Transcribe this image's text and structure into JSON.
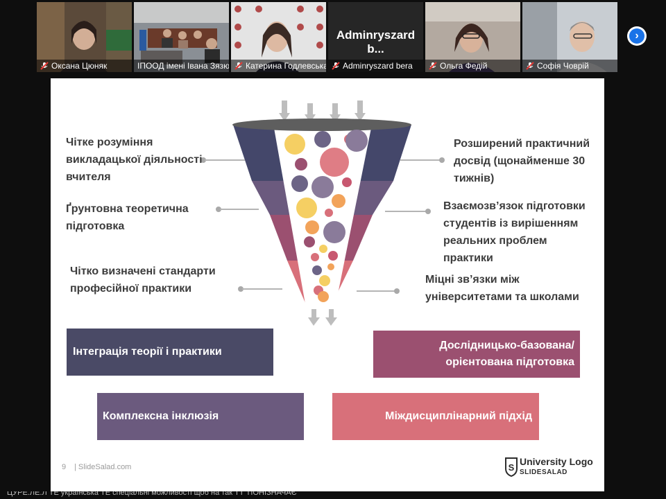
{
  "participants": [
    {
      "name": "Оксана Цюняк",
      "skin": "#d2ae96",
      "bg": "#5b4a3a"
    },
    {
      "name": "ІПООД імені Івана Зязю...",
      "skin": "#c9a58c",
      "bg": "#8a8f95"
    },
    {
      "name": "Катерина Годлевська",
      "skin": "#ddb9a2",
      "bg": "#d9d9d9"
    },
    {
      "name": "Adminryszard bera",
      "skin": "",
      "bg": "#262626",
      "big_label": "Adminryszard  b..."
    },
    {
      "name": "Ольга Федій",
      "skin": "#d8b29a",
      "bg": "#b3a9a0"
    },
    {
      "name": "Софія Човрій",
      "skin": "#e0bfa8",
      "bg": "#c8cdd2"
    }
  ],
  "slide": {
    "left_items": [
      "Чітке розуміння викладацької діяльності вчителя",
      "Ґрунтовна теоретична підготовка",
      "Чітко визначені стандарти професійної практики"
    ],
    "right_items": [
      "Розширений практичний досвід (щонайменше 30 тижнів)",
      "Взаємозв’язок підготовки студентів із вирішенням реальних проблем практики",
      "Міцні зв’язки між університетами та школами"
    ],
    "boxes": [
      {
        "label": "Інтеграція теорії і практики",
        "color": "#4a4a66"
      },
      {
        "label": "Дослідницько-базована/орієнтована підготовка",
        "color": "#9b5070"
      },
      {
        "label": "Комплексна інклюзія",
        "color": "#6b5a7e"
      },
      {
        "label": "Міждисциплінарний підхід",
        "color": "#d8707a"
      }
    ],
    "funnel_colors": [
      "#44476a",
      "#6b5a7e",
      "#9b5070",
      "#d8707a"
    ],
    "page_number": "9",
    "footer_text": "| SlideSalad.com",
    "logo_title": "University Logo",
    "logo_sub": "SLIDESALAD",
    "logo_letter": "S"
  },
  "taskbar": {
    "snippet": "ЦУРЕ.ЛЕ.Л  ТЕ  українська    ТЕ спеціальні можливості щоб на так                                      ТТ ТІОНІЗНАЧАЄ"
  }
}
